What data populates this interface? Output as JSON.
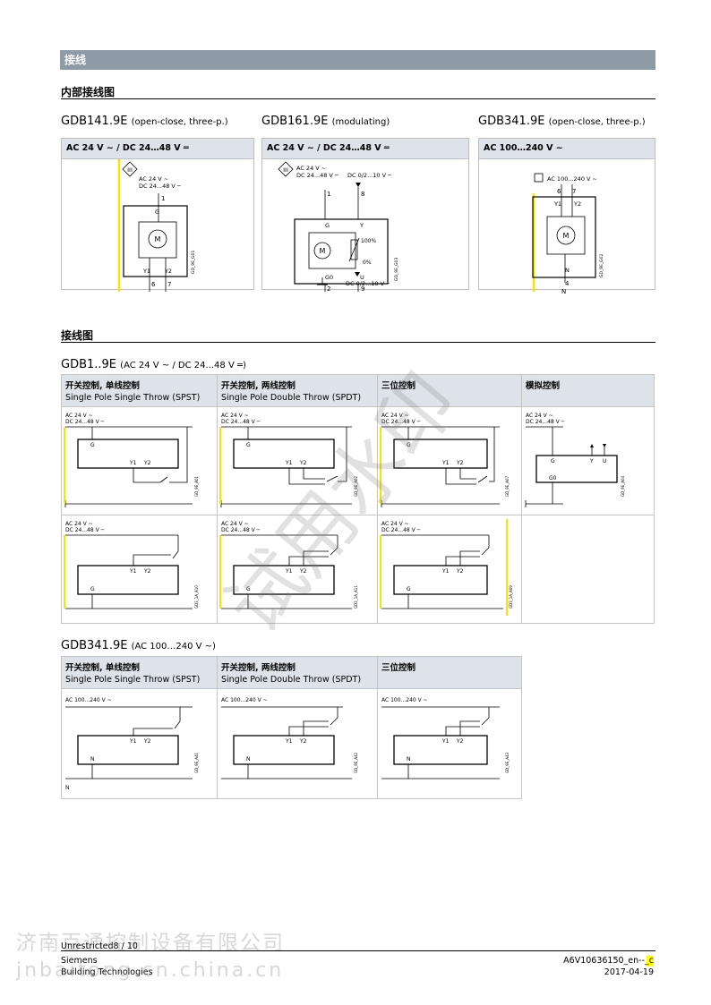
{
  "section_bar": "接线",
  "internal": {
    "heading": "内部接线图",
    "models": [
      {
        "name": "GDB141.9E",
        "note": "(open-close, three-p.)",
        "box_title": "AC 24 V ~ / DC 24…48 V ═",
        "sup1": "AC 24 V ~",
        "sup2": "DC 24...48 V ─",
        "t_top": "1",
        "t_g": "G",
        "t_y1": "Y1",
        "t_y2": "Y2",
        "t_b1": "6",
        "t_b2": "7",
        "code": "GD_9E_G01",
        "motor": "M"
      },
      {
        "name": "GDB161.9E",
        "note": "(modulating)",
        "box_title": "AC 24 V ~ / DC 24…48 V ═",
        "sup1": "AC 24 V ~",
        "sup2": "DC 24...48 V ─",
        "sig_top": "DC 0/2...10 V ─",
        "t1": "1",
        "t8": "8",
        "tg": "G",
        "ty": "Y",
        "p100": "100%",
        "p0": "0%",
        "tg0": "G0",
        "tu": "U",
        "t2": "2",
        "t9": "9",
        "sig_bot": "DC 0/2...10 V ─",
        "code": "GD_9E_G03",
        "motor": "M"
      },
      {
        "name": "GDB341.9E",
        "note": "(open-close, three-p.)",
        "box_title": "AC 100…240 V ~",
        "sup": "AC 100...240 V ~",
        "t6": "6",
        "t7": "7",
        "ty1": "Y1",
        "ty2": "Y2",
        "tn": "N",
        "t4": "4",
        "tnb": "N",
        "code": "GD_9E_G02",
        "motor": "M"
      }
    ]
  },
  "wiring": {
    "heading": "接线图",
    "g1": {
      "model": "GDB1..9E",
      "note": "(AC 24 V ~ / DC 24...48 V ═)",
      "cols": [
        {
          "cn": "开关控制, 单线控制",
          "en": "Single Pole Single Throw (SPST)"
        },
        {
          "cn": "开关控制, 两线控制",
          "en": "Single Pole Double Throw (SPDT)"
        },
        {
          "cn": "三位控制",
          "en": ""
        },
        {
          "cn": "模拟控制",
          "en": ""
        }
      ],
      "row1_codes": [
        "GD_9E_A01",
        "GD_9E_A02",
        "GD_9E_A07",
        "GD_9E_A04"
      ],
      "row2_codes": [
        "GD3_1A_A10",
        "GD3_1A_A11",
        "GD3_1A_A09"
      ]
    },
    "g3": {
      "model": "GDB341.9E",
      "note": "(AC 100…240 V ~)",
      "cols": [
        {
          "cn": "开关控制, 单线控制",
          "en": "Single Pole Single Throw (SPST)"
        },
        {
          "cn": "开关控制, 两线控制",
          "en": "Single Pole Double Throw (SPDT)"
        },
        {
          "cn": "三位控制",
          "en": ""
        }
      ],
      "codes": [
        "GD_9E_A41",
        "GD_9E_A42",
        "GD_9E_A43"
      ]
    },
    "labels": {
      "ac24": "AC 24 V ~",
      "dc": "DC 24...48 V ─",
      "ac100": "AC 100...240 V ~",
      "g": "G",
      "y1": "Y1",
      "y2": "Y2",
      "y": "Y",
      "u": "U",
      "g0": "G0",
      "n": "N"
    }
  },
  "footer": {
    "left1": "Unrestricted8 / 10",
    "left2": "Siemens",
    "left3": "Building Technologies",
    "right1": "A6V10636150_en--_c",
    "right2": "2017-04-19"
  },
  "watermarks": {
    "center": "试用水印",
    "company": "济南百通控制设备有限公司",
    "url": "jnbaitong.cn.china.cn"
  },
  "colors": {
    "bar": "#8e9ba6",
    "header_fill": "#dde3e8",
    "accent_line": "#f5e500",
    "highlight": "#ffff00"
  }
}
